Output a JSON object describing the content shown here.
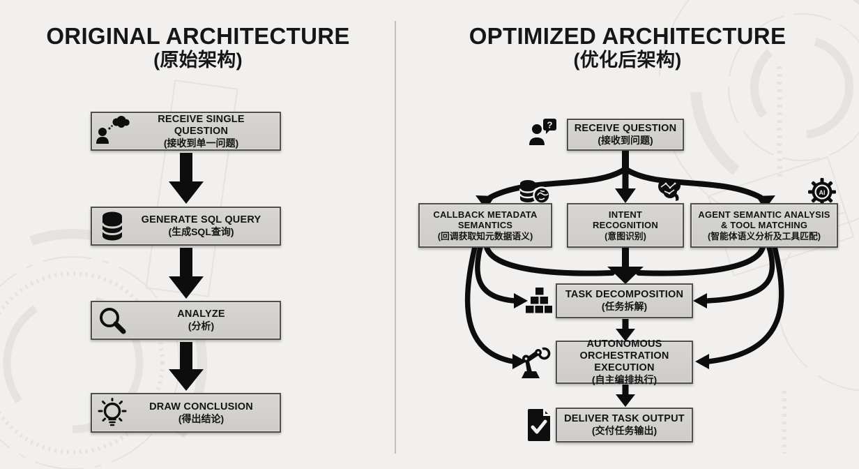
{
  "colors": {
    "background": "#f1f0ee",
    "box_fill": "#d3d1ce",
    "box_border": "#504e4a",
    "ink": "#0e0e0e",
    "divider": "#b6b4b1",
    "decor": "#e5e3df"
  },
  "left_panel": {
    "title": "ORIGINAL ARCHITECTURE",
    "subtitle": "(原始架构)",
    "steps": [
      {
        "icon": "person-thinking-icon",
        "label": "RECEIVE SINGLE QUESTION",
        "label_zh": "(接收到单一问题)"
      },
      {
        "icon": "database-icon",
        "label": "GENERATE SQL QUERY",
        "label_zh": "(生成SQL查询)"
      },
      {
        "icon": "magnifier-icon",
        "label": "ANALYZE",
        "label_zh": "(分析)"
      },
      {
        "icon": "lightbulb-icon",
        "label": "DRAW CONCLUSION",
        "label_zh": "(得出结论)"
      }
    ]
  },
  "right_panel": {
    "title": "OPTIMIZED ARCHITECTURE",
    "subtitle": "(优化后架构)",
    "receive": {
      "icon": "person-question-icon",
      "bubble_char": "?",
      "label": "RECEIVE QUESTION",
      "label_zh": "(接收到问题)"
    },
    "parallel": [
      {
        "icon": "database-brain-icon",
        "lines": [
          "CALLBACK METADATA",
          "SEMANTICS"
        ],
        "label_zh": "(回调获取知元数据语义)"
      },
      {
        "icon": "brain-icon",
        "lines": [
          "INTENT",
          "RECOGNITION"
        ],
        "label_zh": "(意图识别)"
      },
      {
        "icon": "ai-gear-icon",
        "lines": [
          "AGENT SEMANTIC ANALYSIS",
          "& TOOL MATCHING"
        ],
        "label_zh": "(智能体语义分析及工具匹配)"
      }
    ],
    "ai_label": "AI",
    "sequence": [
      {
        "icon": "blocks-icon",
        "lines": [
          "TASK DECOMPOSITION"
        ],
        "label_zh": "(任务拆解)"
      },
      {
        "icon": "robot-arm-icon",
        "lines": [
          "AUTONOMOUS",
          "ORCHESTRATION EXECUTION"
        ],
        "label_zh": "(自主编排执行)"
      },
      {
        "icon": "document-check-icon",
        "lines": [
          "DELIVER TASK OUTPUT"
        ],
        "label_zh": "(交付任务输出)"
      }
    ]
  }
}
